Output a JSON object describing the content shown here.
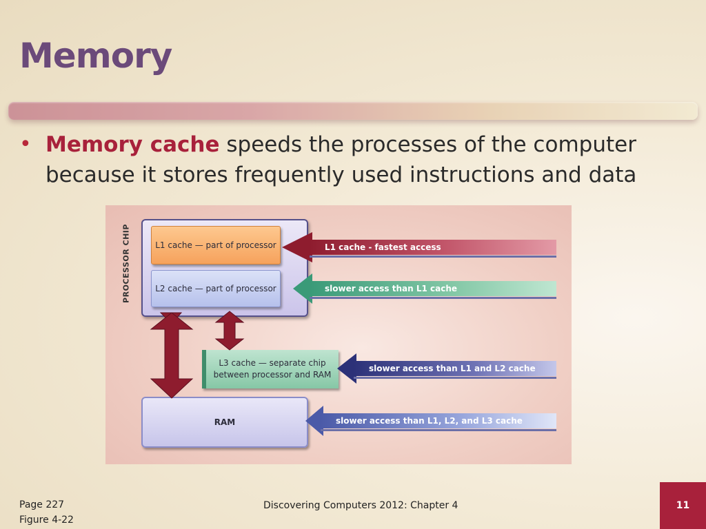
{
  "slide": {
    "title": "Memory",
    "bullet": {
      "highlight": "Memory cache",
      "text": " speeds the processes of the computer because it stores frequently used instructions and data"
    }
  },
  "figure": {
    "chip_label": "PROCESSOR CHIP",
    "l1_box": "L1 cache — part of processor",
    "l2_box": "L2 cache — part of processor",
    "l3_box": "L3 cache — separate chip between processor and RAM",
    "ram_box": "RAM",
    "arrows": {
      "l1": "L1 cache - fastest access",
      "l2": "slower access than L1 cache",
      "l3": "slower access than L1 and L2 cache",
      "ram": "slower access than L1, L2, and L3 cache"
    }
  },
  "footer": {
    "page": "Page 227",
    "figure": "Figure 4-22",
    "center": "Discovering Computers 2012: Chapter 4",
    "slide_number": "11"
  },
  "colors": {
    "title": "#6b4a7a",
    "accent": "#a8213b"
  }
}
